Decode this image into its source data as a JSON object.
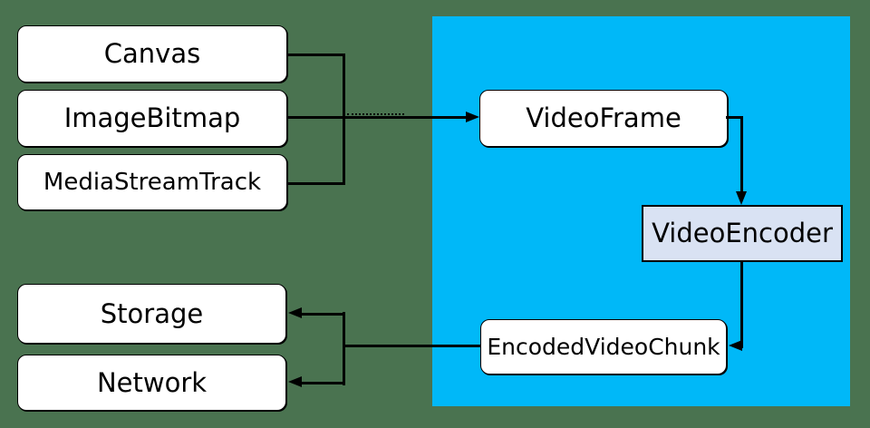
{
  "diagram": {
    "nodes": {
      "canvas": "Canvas",
      "image_bitmap": "ImageBitmap",
      "media_stream_track": "MediaStreamTrack",
      "video_frame": "VideoFrame",
      "video_encoder": "VideoEncoder",
      "encoded_video_chunk": "EncodedVideoChunk",
      "storage": "Storage",
      "network": "Network"
    },
    "edges": [
      {
        "from": "Canvas",
        "to": "VideoFrame"
      },
      {
        "from": "ImageBitmap",
        "to": "VideoFrame"
      },
      {
        "from": "MediaStreamTrack",
        "to": "VideoFrame"
      },
      {
        "from": "VideoFrame",
        "to": "VideoEncoder"
      },
      {
        "from": "VideoEncoder",
        "to": "EncodedVideoChunk"
      },
      {
        "from": "EncodedVideoChunk",
        "to": "Storage"
      },
      {
        "from": "EncodedVideoChunk",
        "to": "Network"
      }
    ],
    "colors": {
      "background": "#4a7350",
      "pipeline_region": "#00b8f8",
      "node_fill": "#ffffff",
      "encoder_node_fill": "#d9e2f3",
      "line": "#000000"
    }
  }
}
